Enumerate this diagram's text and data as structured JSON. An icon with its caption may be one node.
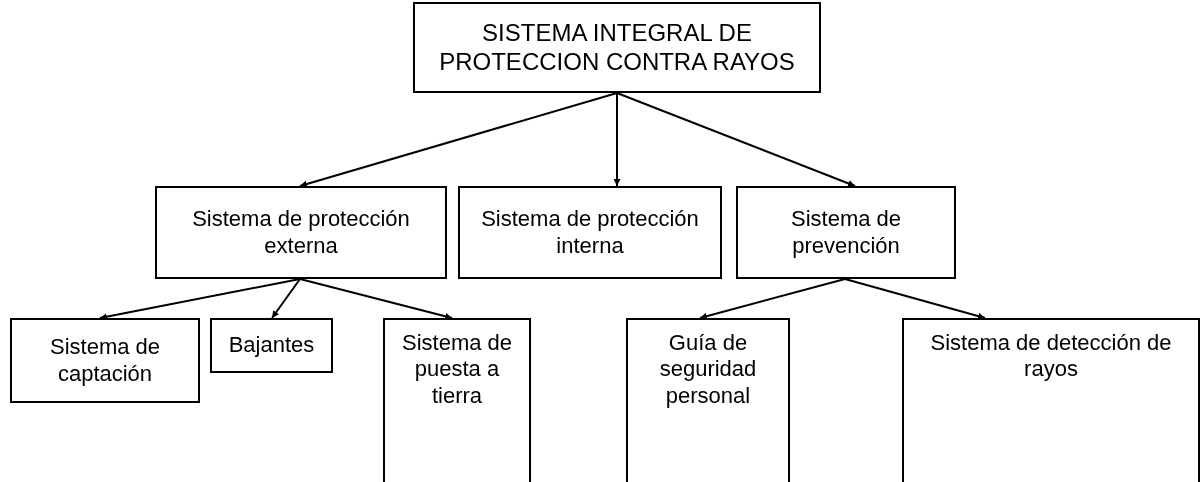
{
  "diagram": {
    "nodes": [
      {
        "text": [
          "SISTEMA INTEGRAL DE PROTECCION CONTRA RAYOS"
        ]
      },
      {
        "text": [
          "Sistema de protección externa"
        ]
      },
      {
        "text": [
          "Sistema de protección interna"
        ]
      },
      {
        "text": [
          "Sistema de prevención"
        ]
      },
      {
        "text": [
          "Sistema de captación"
        ]
      },
      {
        "text": [
          "Bajantes"
        ]
      },
      {
        "text": [
          "Sistema de puesta a tierra"
        ]
      },
      {
        "text": [
          "Guía de seguridad personal"
        ]
      },
      {
        "text": [
          "Sistema de detección de rayos"
        ]
      }
    ],
    "edges": [
      {
        "from": 0,
        "to": 1,
        "arrow": "to"
      },
      {
        "from": 0,
        "to": 2,
        "arrow": "to"
      },
      {
        "from": 0,
        "to": 3,
        "arrow": "to"
      },
      {
        "from": 1,
        "to": 4,
        "arrow": "to"
      },
      {
        "from": 1,
        "to": 5,
        "arrow": "to"
      },
      {
        "from": 1,
        "to": 6,
        "arrow": "to"
      },
      {
        "from": 3,
        "to": 7,
        "arrow": "to"
      },
      {
        "from": 3,
        "to": 8,
        "arrow": "to"
      }
    ]
  }
}
